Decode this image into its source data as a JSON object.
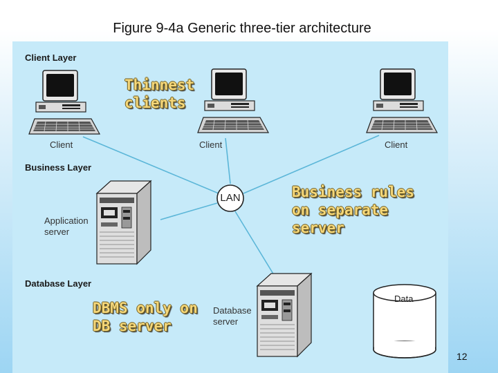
{
  "title": "Figure 9-4a Generic three-tier architecture",
  "layers": {
    "client": "Client Layer",
    "business": "Business Layer",
    "database": "Database Layer"
  },
  "nodes": {
    "client_1": "Client",
    "client_2": "Client",
    "client_3": "Client",
    "lan": "LAN",
    "app_server_line1": "Application",
    "app_server_line2": "server",
    "db_server_line1": "Database",
    "db_server_line2": "server",
    "data": "Data"
  },
  "callouts": {
    "thin_clients_line1": "Thinnest",
    "thin_clients_line2": "clients",
    "business_rules_line1": "Business rules",
    "business_rules_line2": "on separate",
    "business_rules_line3": "server",
    "dbms_line1": "DBMS only on",
    "dbms_line2": "DB server"
  },
  "colors": {
    "panel": "#c6eaf9",
    "connector": "#5bb6d8",
    "callout_text": "#f5d77a"
  },
  "page_number": "12"
}
